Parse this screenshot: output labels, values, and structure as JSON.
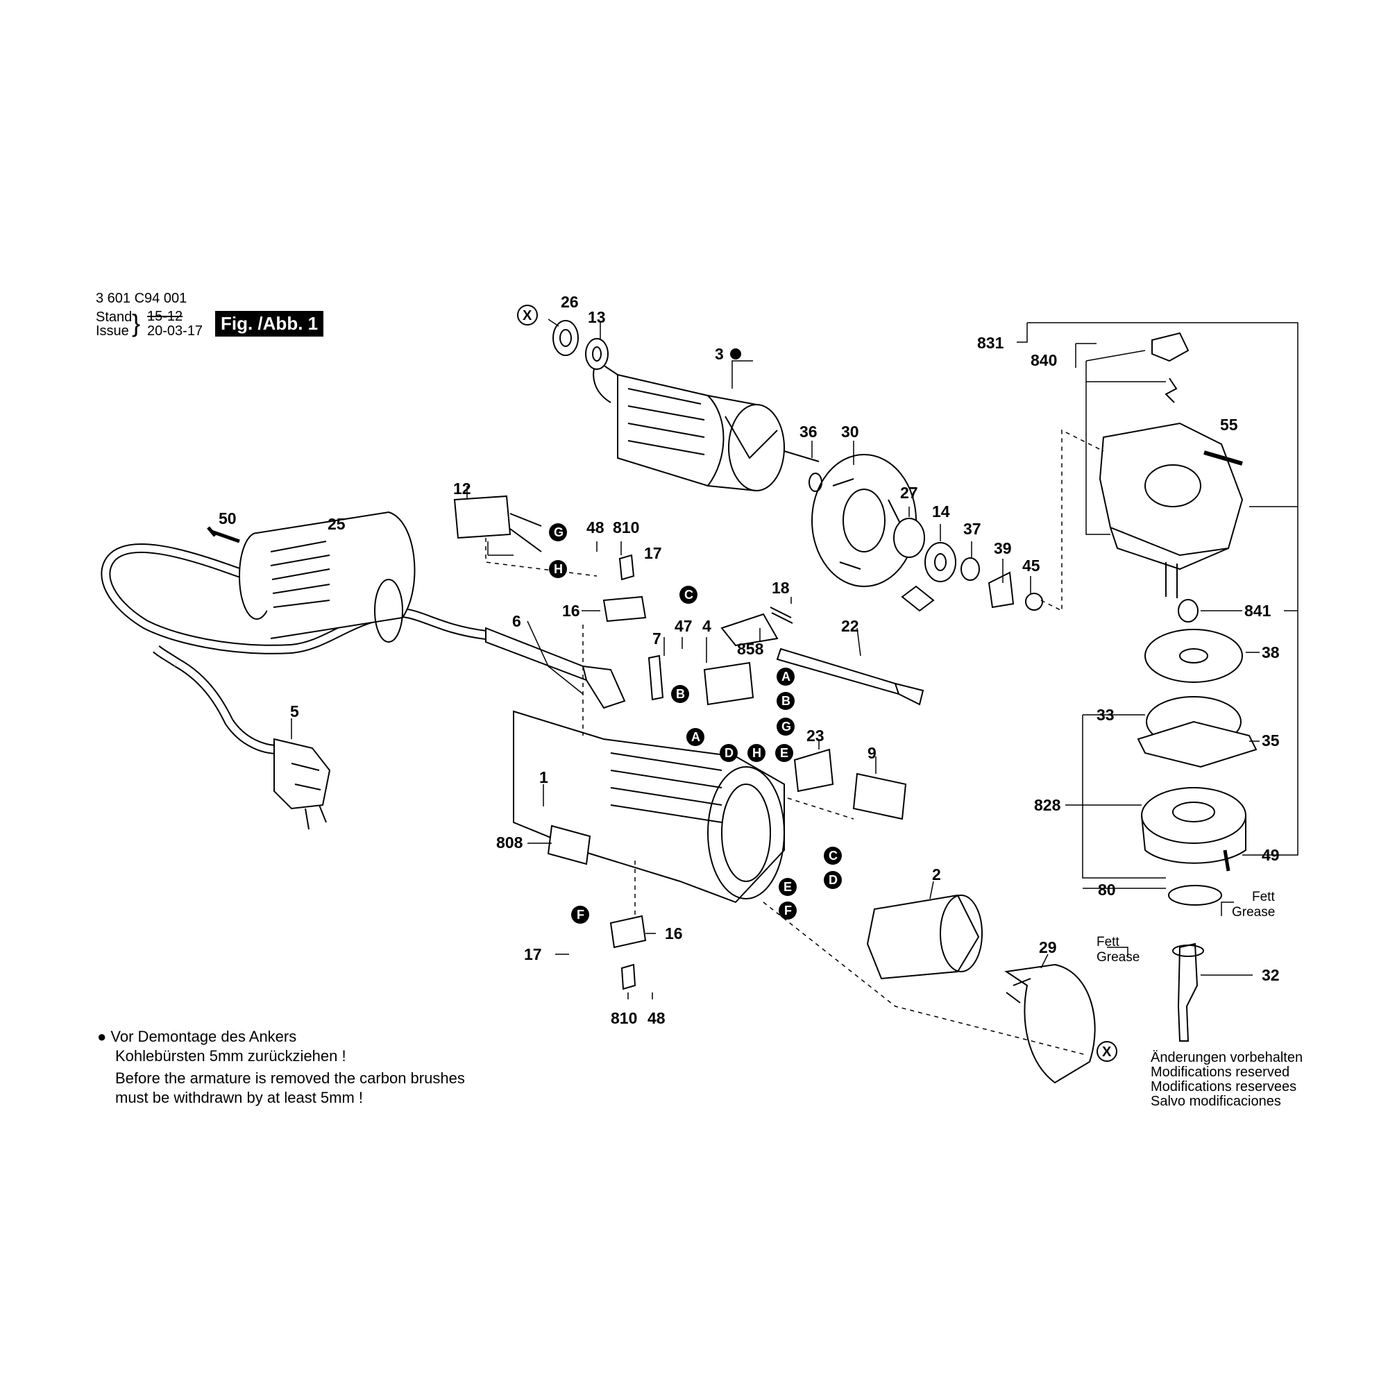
{
  "header": {
    "doc_number": "3 601 C94 001",
    "stand_label": "Stand",
    "stand_date": "15-12",
    "issue_label": "Issue",
    "issue_date": "20-03-17",
    "figure_label": "Fig. /Abb. 1"
  },
  "labels": [
    "26",
    "13",
    "3",
    "36",
    "30",
    "27",
    "14",
    "37",
    "39",
    "45",
    "12",
    "48",
    "810",
    "17",
    "16",
    "50",
    "25",
    "6",
    "47",
    "7",
    "4",
    "858",
    "18",
    "22",
    "5",
    "1",
    "808",
    "9",
    "23",
    "2",
    "29",
    "831",
    "840",
    "55",
    "841",
    "38",
    "33",
    "35",
    "828",
    "49",
    "80",
    "32",
    "16",
    "17",
    "810",
    "48"
  ],
  "connectors": [
    "G",
    "H",
    "C",
    "A",
    "B",
    "B",
    "G",
    "A",
    "D",
    "H",
    "E",
    "C",
    "D",
    "E",
    "F",
    "F"
  ],
  "x_marks": [
    "X",
    "X"
  ],
  "grease_notes": [
    {
      "line1": "Fett",
      "line2": "Grease"
    },
    {
      "line1": "Fett",
      "line2": "Grease"
    }
  ],
  "note": {
    "bullet": "●",
    "de_line1": "Vor Demontage des Ankers",
    "de_line2": "Kohlebürsten 5mm zurückziehen !",
    "en_line1": "Before the armature is removed the carbon brushes",
    "en_line2": "must be withdrawn by at least 5mm !"
  },
  "modifications": [
    "Änderungen vorbehalten",
    "Modifications reserved",
    "Modifications reservees",
    "Salvo modificaciones"
  ],
  "colors": {
    "ink": "#000000",
    "paper": "#ffffff"
  }
}
